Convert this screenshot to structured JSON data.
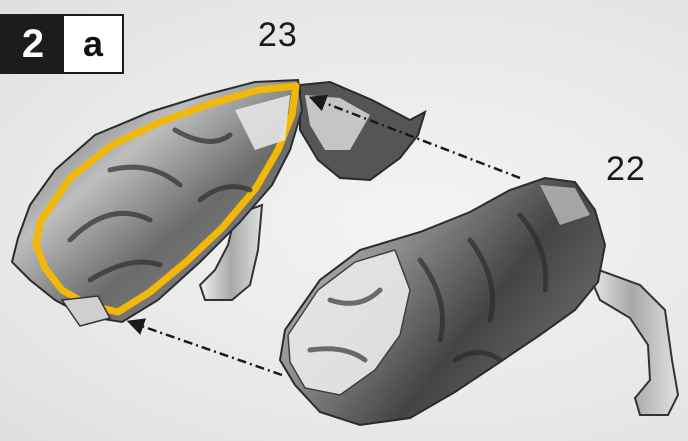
{
  "step": {
    "number": "2",
    "letter": "a"
  },
  "parts": {
    "front_label": "23",
    "rear_label": "22"
  },
  "colors": {
    "badge_dark": "#1c1c1c",
    "edge_highlight": "#f2b807",
    "fur_dark": "#3a3a3a",
    "fur_light": "#cfcfcf"
  }
}
